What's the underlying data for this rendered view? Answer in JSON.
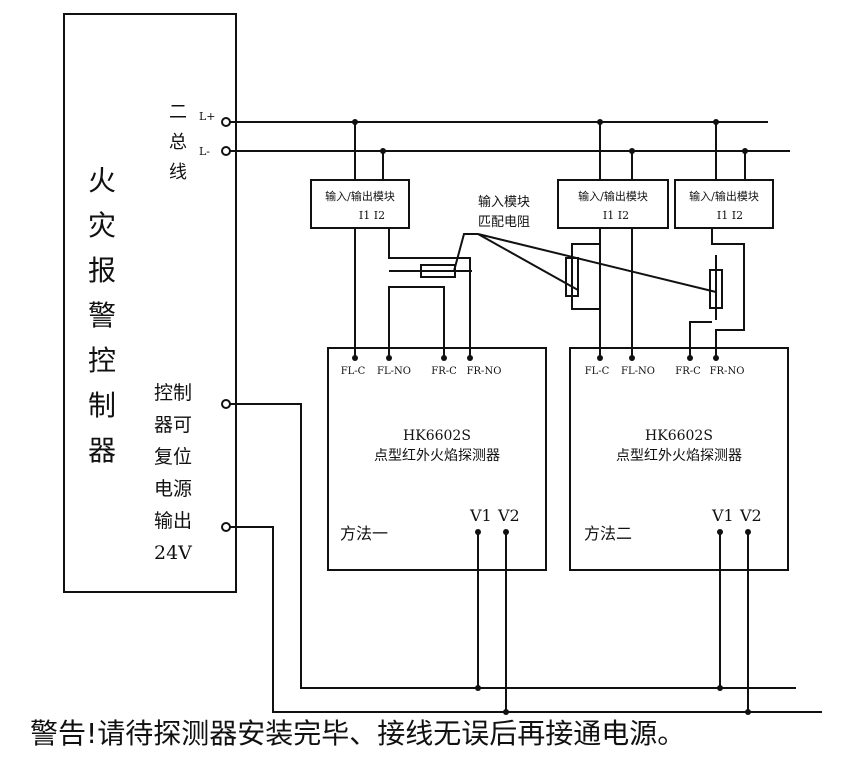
{
  "panel": {
    "title_chars": [
      "火",
      "灾",
      "报",
      "警",
      "控",
      "制",
      "器"
    ],
    "bus_label_chars": [
      "二",
      "总",
      "线"
    ],
    "terminal_lplus": "L+",
    "terminal_lminus": "L-",
    "power_label_lines": [
      "控制",
      "器可",
      "复位",
      "电源",
      "输出",
      "24V"
    ]
  },
  "io_modules": [
    {
      "title": "输入/输出模块",
      "terminals": "I1  I2"
    },
    {
      "title": "输入/输出模块",
      "terminals": "I1  I2"
    },
    {
      "title": "输入/输出模块",
      "terminals": "I1  I2"
    }
  ],
  "resistor_note": {
    "line1": "输入模块",
    "line2": "匹配电阻"
  },
  "detectors": [
    {
      "model": "HK6602S",
      "name": "点型红外火焰探测器",
      "method": "方法一",
      "terminals": [
        "FL-C",
        "FL-NO",
        "FR-C",
        "FR-NO"
      ],
      "power_terminals": [
        "V1",
        "V2"
      ]
    },
    {
      "model": "HK6602S",
      "name": "点型红外火焰探测器",
      "method": "方法二",
      "terminals": [
        "FL-C",
        "FL-NO",
        "FR-C",
        "FR-NO"
      ],
      "power_terminals": [
        "V1",
        "V2"
      ]
    }
  ],
  "warning": "警告!请待探测器安装完毕、接线无误后再接通电源。"
}
